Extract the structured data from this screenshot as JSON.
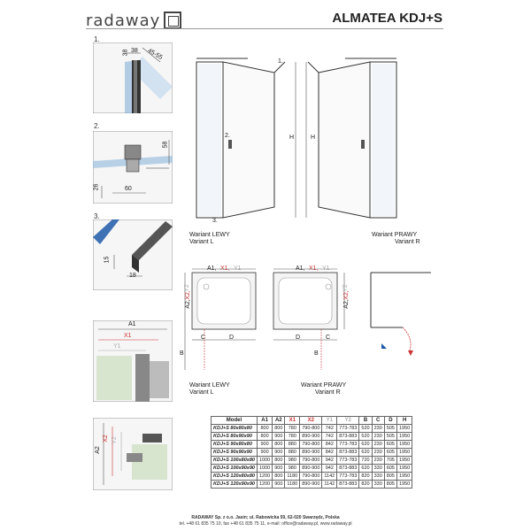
{
  "brand": {
    "logo_text": "radaway",
    "title": "ALMATEA KDJ+S"
  },
  "details": {
    "d1": {
      "num": "1.",
      "dim_a": "38",
      "dim_b": "45-55"
    },
    "d2": {
      "num": "2.",
      "dim_h": "58",
      "dim_v": "26",
      "dim_w": "60"
    },
    "d3": {
      "num": "3.",
      "dim_h": "15",
      "dim_w": "18"
    }
  },
  "front_views": {
    "left": {
      "h_label": "H",
      "marker_1": "1.",
      "marker_2": "2.",
      "marker_3": "3.",
      "cap_pl": "Wariant LEWY",
      "cap_en": "Variant L"
    },
    "right": {
      "h_label": "H",
      "cap_pl": "Wariant PRAWY",
      "cap_en": "Variant R"
    }
  },
  "plan_views": {
    "left": {
      "a1": "A1,",
      "x1": "X1,",
      "y1": "Y1",
      "a2": "A2,",
      "x2": "X2,",
      "y2": "Y2",
      "c": "C",
      "d": "D",
      "b": "B",
      "cap_pl": "Wariant LEWY",
      "cap_en": "Variant L"
    },
    "right": {
      "a1": "A1,",
      "x1": "X1,",
      "y1": "Y1",
      "a2": "A2,",
      "x2": "X2,",
      "y2": "Y2",
      "c": "C",
      "d": "D",
      "b": "B",
      "cap_pl": "Wariant PRAWY",
      "cap_en": "Variant R"
    }
  },
  "detail_dims": {
    "a1": "A1",
    "x1": "X1",
    "y1": "Y1",
    "a2": "A2",
    "x2": "X2",
    "y2": "Y2"
  },
  "table": {
    "headers": [
      "Model",
      "A1",
      "A2",
      "X1",
      "X2",
      "Y1",
      "Y2",
      "B",
      "C",
      "D",
      "H"
    ],
    "rows": [
      [
        "KDJ+S 80x80x80",
        "800",
        "800",
        "780",
        "790-800",
        "742",
        "773-783",
        "520",
        "230",
        "505",
        "1950"
      ],
      [
        "KDJ+S 80x90x90",
        "800",
        "900",
        "780",
        "890-900",
        "742",
        "873-883",
        "520",
        "230",
        "505",
        "1950"
      ],
      [
        "KDJ+S 90x80x80",
        "900",
        "800",
        "880",
        "790-800",
        "842",
        "773-783",
        "620",
        "230",
        "605",
        "1950"
      ],
      [
        "KDJ+S 90x90x90",
        "900",
        "900",
        "880",
        "890-900",
        "842",
        "873-883",
        "620",
        "230",
        "605",
        "1950"
      ],
      [
        "KDJ+S 100x80x80",
        "1000",
        "800",
        "980",
        "790-800",
        "942",
        "773-783",
        "720",
        "230",
        "705",
        "1950"
      ],
      [
        "KDJ+S 100x90x90",
        "1000",
        "900",
        "980",
        "890-900",
        "942",
        "873-883",
        "620",
        "330",
        "605",
        "1950"
      ],
      [
        "KDJ+S 120x80x80",
        "1200",
        "800",
        "1180",
        "790-800",
        "1142",
        "773-783",
        "820",
        "330",
        "805",
        "1950"
      ],
      [
        "KDJ+S 120x90x90",
        "1200",
        "900",
        "1180",
        "890-900",
        "1142",
        "873-883",
        "820",
        "330",
        "805",
        "1950"
      ]
    ]
  },
  "footer": {
    "company": "RADAWAY Sp. z o.o. Jasin; ul. Rabowicka 59, 62-020 Swarzędz, Polska",
    "contact": "tel. +48 61 835 75 10, fax +48 61 835 75 11, e-mail: office@radaway.pl, www.radaway.pl"
  }
}
